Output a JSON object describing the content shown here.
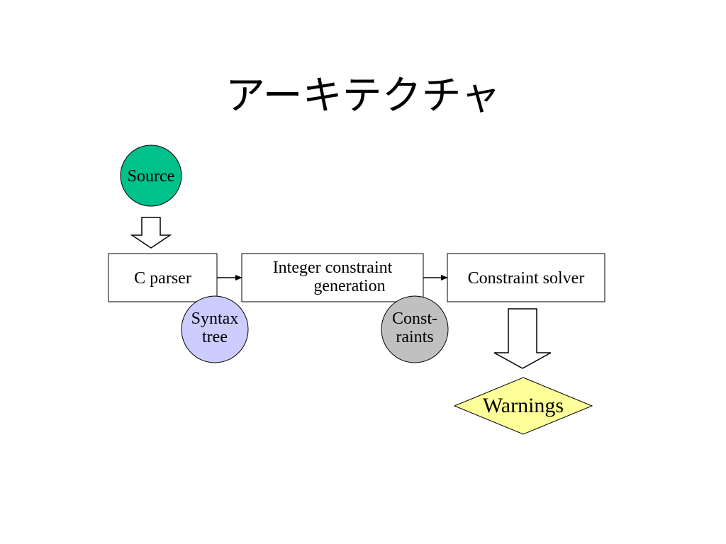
{
  "slide": {
    "title": "アーキテクチャ"
  },
  "nodes": {
    "source": "Source",
    "c_parser": "C parser",
    "integer_constraint_generation": "Integer constraint\n        generation",
    "constraint_solver": "Constraint solver",
    "syntax_tree": "Syntax\ntree",
    "constraints": "Const-\nraints",
    "warnings": "Warnings"
  },
  "colors": {
    "source_fill": "#00c08b",
    "syntax_tree_fill": "#ccccff",
    "constraints_fill": "#c0c0c0",
    "warnings_fill": "#ffff99",
    "box_fill": "#ffffff",
    "stroke": "#000000"
  }
}
